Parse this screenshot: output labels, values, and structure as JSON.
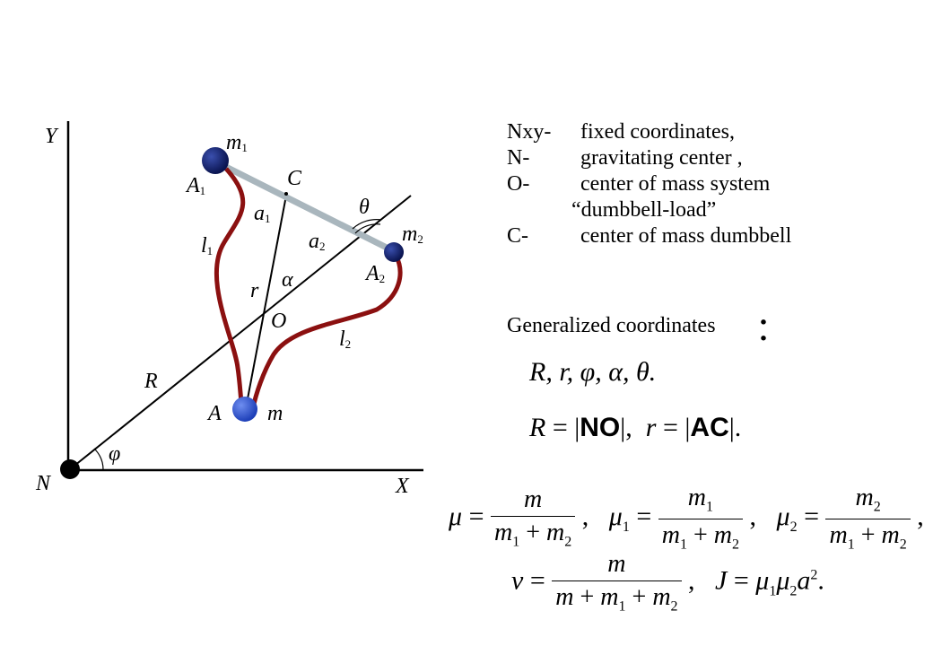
{
  "diagram": {
    "axis_y_label": "Y",
    "axis_x_label": "X",
    "origin_label": "N",
    "angle_phi_label": "φ",
    "vector_R_label": "R",
    "point_O_label": "O",
    "radius_r_label": "r",
    "angle_alpha_label": "α",
    "angle_theta_label": "θ",
    "point_C_label": "C",
    "point_A_label": "A",
    "mass_m_label": "m",
    "point_A1": {
      "base": "A",
      "sub": "1"
    },
    "point_A2": {
      "base": "A",
      "sub": "2"
    },
    "mass_m1": {
      "base": "m",
      "sub": "1"
    },
    "mass_m2": {
      "base": "m",
      "sub": "2"
    },
    "tether_l1": {
      "base": "l",
      "sub": "1"
    },
    "tether_l2": {
      "base": "l",
      "sub": "2"
    },
    "arm_a1": {
      "base": "a",
      "sub": "1"
    },
    "arm_a2": {
      "base": "a",
      "sub": "2"
    },
    "colors": {
      "tether": "#8b1010",
      "rod": "#a9b6bd",
      "mass_dark": "#12206b",
      "mass_blue": "#2f56d8",
      "center": "#000000"
    }
  },
  "legend": [
    {
      "key": "Nxy-",
      "value": "fixed coordinates,"
    },
    {
      "key": "N-",
      "value": "gravitating center ,"
    },
    {
      "key": "O-",
      "value": "center of mass system"
    },
    {
      "key": "",
      "value": "“dumbbell-load”"
    },
    {
      "key": "C-",
      "value": "center of mass dumbbell"
    }
  ],
  "generalized": {
    "title": "Generalized coordinates",
    "colon": "："
  },
  "formulas": {
    "list": "R,  r,  φ,  α,  θ.",
    "R_def_lhs": "R",
    "R_def_norm": "NO",
    "r_def_lhs": "r",
    "r_def_norm": "AC",
    "mu_num": "m",
    "mu1_num": "m",
    "mu2_num": "m",
    "nu_num": "m",
    "J_rhs": "J"
  }
}
